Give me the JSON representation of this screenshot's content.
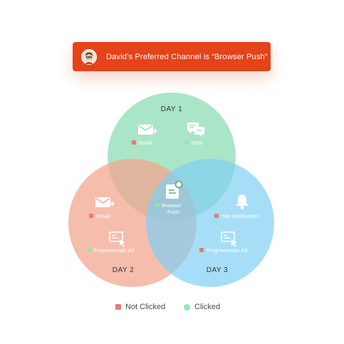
{
  "banner": {
    "text": "David’s Preferred Channel is “Browser Push”",
    "avatar_icon": "person-avatar-icon",
    "color": "#e5431a"
  },
  "diagram": {
    "sets": [
      {
        "label": "DAY 1",
        "color": "#8fdcb4"
      },
      {
        "label": "DAY 2",
        "color": "#f2a38e"
      },
      {
        "label": "DAY 3",
        "color": "#7dcef3"
      }
    ],
    "items": [
      {
        "label": "Email",
        "status": "not_clicked",
        "icon": "email-icon",
        "set": "DAY 1"
      },
      {
        "label": "SMS",
        "status": "clicked",
        "icon": "sms-icon",
        "set": "DAY 1"
      },
      {
        "label": "Email",
        "status": "not_clicked",
        "icon": "email-icon",
        "set": "DAY 2"
      },
      {
        "label": "Programmatic Ad",
        "status": "clicked",
        "icon": "programmatic-ad-icon",
        "set": "DAY 2"
      },
      {
        "label": "Site Notification",
        "status": "not_clicked",
        "icon": "bell-icon",
        "set": "DAY 3"
      },
      {
        "label": "Programmatic Ad",
        "status": "not_clicked",
        "icon": "programmatic-ad-icon",
        "set": "DAY 3"
      },
      {
        "label": "Browser Push",
        "label_lines": [
          "Browser",
          "Push"
        ],
        "status": "clicked",
        "icon": "browser-push-icon",
        "set": "DAY 1, DAY 2, DAY 3"
      }
    ]
  },
  "legend": {
    "not_clicked": "Not Clicked",
    "clicked": "Clicked",
    "not_clicked_color": "#e47a80",
    "clicked_color": "#8fe8b2"
  }
}
